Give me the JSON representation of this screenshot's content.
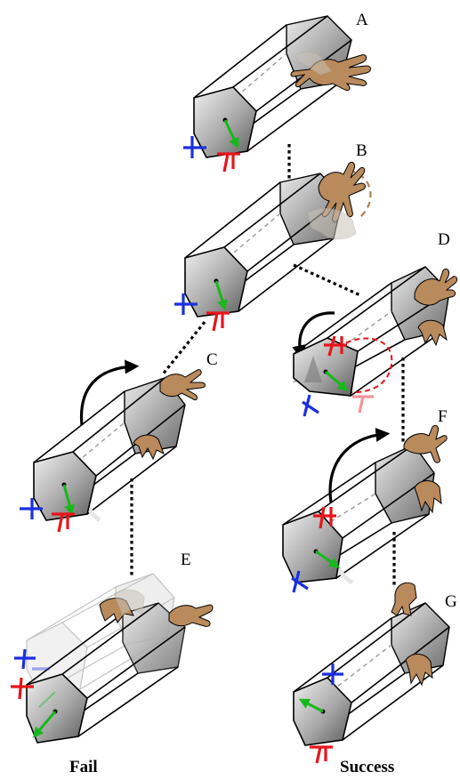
{
  "figure": {
    "labels": {
      "a": "A",
      "b": "B",
      "c": "C",
      "d": "D",
      "e": "E",
      "f": "F",
      "g": "G"
    },
    "captions": {
      "fail": "Fail",
      "success": "Success"
    },
    "colors": {
      "x_axis": "#e8141b",
      "y_axis": "#1a2fe0",
      "pose_arrow": "#18b81a",
      "rotation_arrow": "#000000",
      "skin": "#b98a5c",
      "regrasp_trace": "#b08055",
      "failure_trace": "#e8141b"
    },
    "icons": [
      "pentagonal-prism-icon",
      "hand-icon",
      "axis-marker-icon",
      "rotation-arrow-icon"
    ]
  }
}
